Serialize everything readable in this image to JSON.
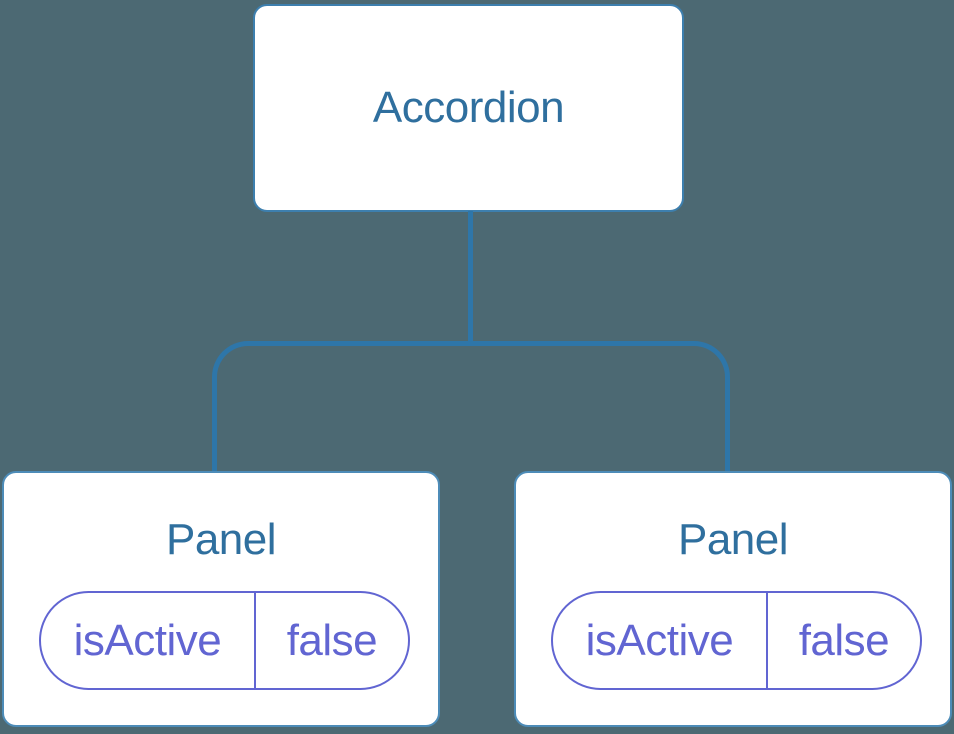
{
  "page": {
    "background_color": "#4c6973"
  },
  "diagram": {
    "type": "component-tree",
    "connector_color": "#2e76a9",
    "node_background": "#ffffff",
    "node_border_color": "#3d7fae",
    "node_text_color": "#2f6f9e",
    "pill_accent_color": "#6165d2",
    "root": {
      "label": "Accordion"
    },
    "children": [
      {
        "label": "Panel",
        "state_pill": {
          "key": "isActive",
          "value": "false"
        }
      },
      {
        "label": "Panel",
        "state_pill": {
          "key": "isActive",
          "value": "false"
        }
      }
    ]
  }
}
